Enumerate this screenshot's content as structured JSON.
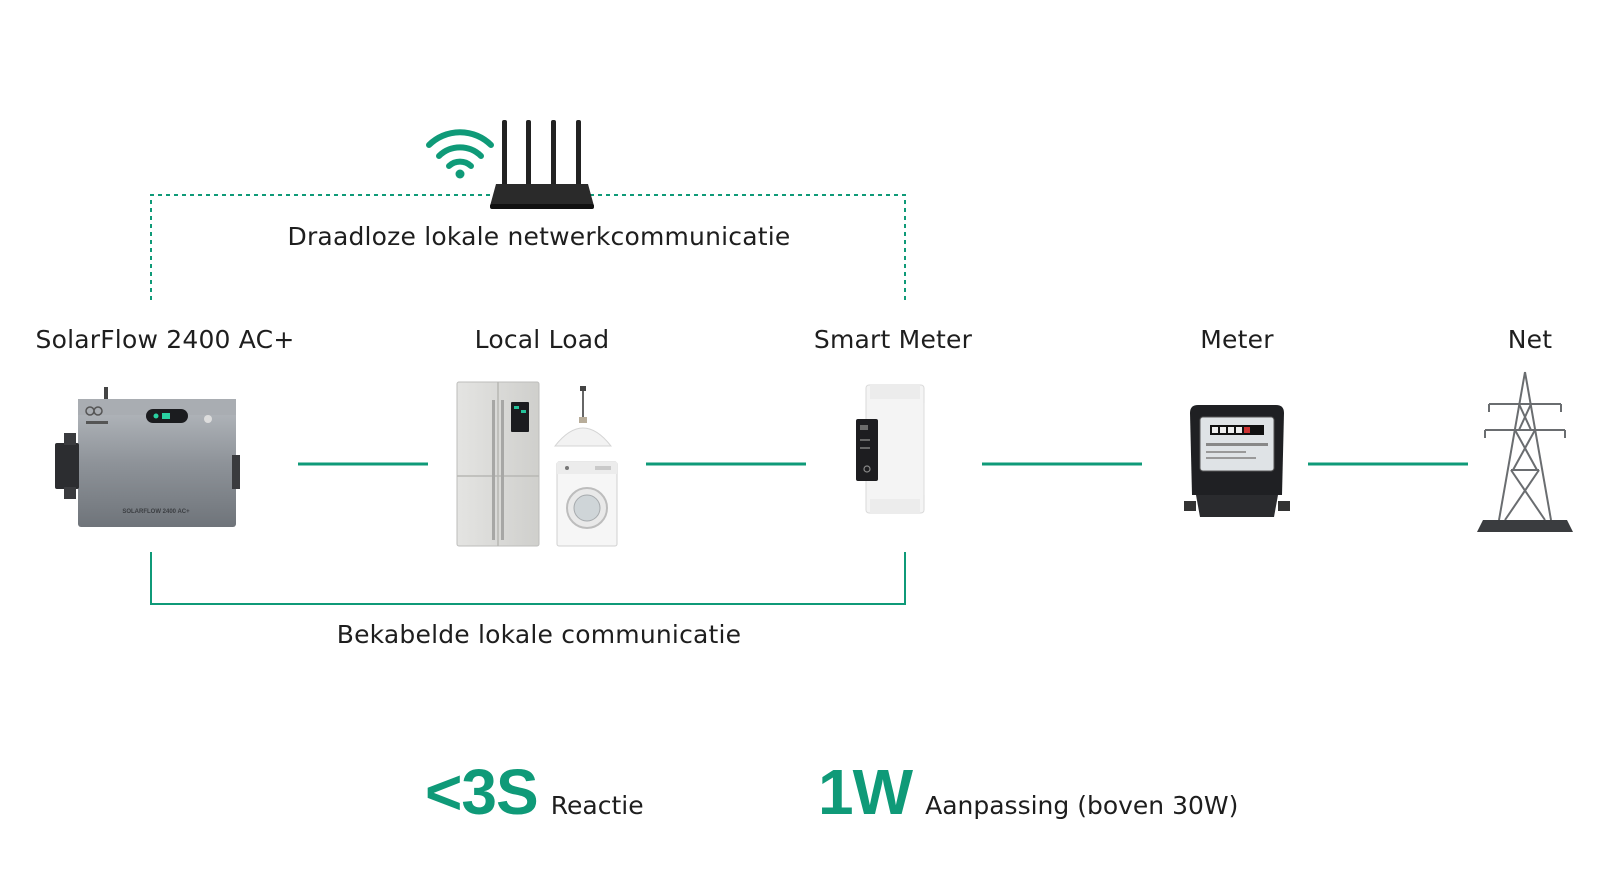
{
  "colors": {
    "accent": "#0f9a78",
    "text": "#1e1e1e"
  },
  "diagram": {
    "wireless_label": "Draadloze lokale netwerkcommunicatie",
    "wired_label": "Bekabelde lokale communicatie",
    "nodes": [
      {
        "id": "solarflow",
        "label": "SolarFlow 2400 AC+",
        "icon": "battery-inverter-icon",
        "brand_text": "SOLARFLOW 2400 AC+"
      },
      {
        "id": "local_load",
        "label": "Local Load",
        "icon": "appliances-icon"
      },
      {
        "id": "smart_meter",
        "label": "Smart Meter",
        "icon": "smart-meter-icon"
      },
      {
        "id": "meter",
        "label": "Meter",
        "icon": "electricity-meter-icon"
      },
      {
        "id": "net",
        "label": "Net",
        "icon": "power-pylon-icon"
      }
    ]
  },
  "stats": [
    {
      "value": "<3S",
      "label": "Reactie"
    },
    {
      "value": "1W",
      "label": "Aanpassing (boven 30W)"
    }
  ]
}
